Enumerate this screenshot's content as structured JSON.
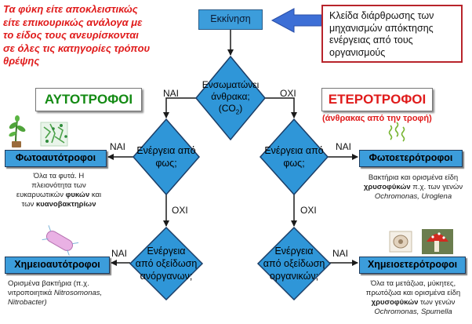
{
  "intro": {
    "lines": [
      "Τα φύκη είτε αποκλειστικώς",
      "είτε επικουρικώς ανάλογα με",
      "το είδος τους ανευρίσκονται",
      "σε όλες τις κατηγορίες τρόπου",
      "θρέψης"
    ]
  },
  "key": {
    "lines": [
      "Κλείδα διάρθρωσης των",
      "μηχανισμών απόκτησης",
      "ενέργειας από τους",
      "οργανισμούς"
    ]
  },
  "start": {
    "label": "Εκκίνηση"
  },
  "questions": {
    "carbon": {
      "line1": "Ενσωματώνει",
      "line2": "άνθρακα;",
      "line3": "(CO",
      "sub": "2",
      "tail": ")"
    },
    "light_left": {
      "line1": "Ενέργεια από",
      "line2": "φως;"
    },
    "light_right": {
      "line1": "Ενέργεια από",
      "line2": "φως;"
    },
    "oxid_inorganic": {
      "line1": "Ενέργεια",
      "line2": "από οξείδωση",
      "line3": "ανόργανων;"
    },
    "oxid_organic": {
      "line1": "Ενέργεια",
      "line2": "από οξείδωση",
      "line3": "οργανικών;"
    }
  },
  "labels": {
    "yes": "ΝΑΙ",
    "no": "ΟΧΙ"
  },
  "groups": {
    "autotrophs": "ΑΥΤΟΤΡΟΦΟΙ",
    "heterotrophs": "ΕΤΕΡΟΤΡΟΦΟΙ",
    "heterotrophs_note": "(άνθρακας από την τροφή)"
  },
  "categories": {
    "photoautotrophs": {
      "name": "Φωτοαυτότροφοι",
      "d1": "Όλα τα φυτά. Η",
      "d2": "πλειονότητα των",
      "d3": "ευκαρυωτικών ",
      "d3b": "φυκών",
      "d3c": " και",
      "d4": "των ",
      "d4b": "κυανοβακτηρίων"
    },
    "photoheterotrophs": {
      "name": "Φωτοετερότροφοι",
      "d1": "Βακτήρια και ορισμένα είδη",
      "d2b": "χρυσοφύκών",
      "d2": " π.χ. των γενών",
      "d3": "Ochromonas, Uroglena"
    },
    "chemoautotrophs": {
      "name": "Χημειοαυτότροφοι",
      "d1": "Ορισμένα βακτήρια (π.χ.",
      "d2": "νιτροποιητικά ",
      "d2i": "Nitrosomonas,",
      "d3": "Nitrobacter)"
    },
    "chemoheterotrophs": {
      "name": "Χημειοετερότροφοι",
      "d1": "Όλα τα μετάζωα, μύκητες,",
      "d2": "πρωτόζωα και ορισμένα είδη",
      "d3b": "χρυσοφύκών",
      "d3": " των γενών",
      "d4": "Ochromonas, Spumella"
    }
  },
  "colors": {
    "diamond_fill": "#2f96d8",
    "diamond_stroke": "#1b3d66",
    "box_fill": "#3c9ddb",
    "arrow": "#1a1a1a",
    "key_arrow": "#3d6fd6",
    "auto_green": "#138a13",
    "hetero_red": "#e01b1b"
  }
}
